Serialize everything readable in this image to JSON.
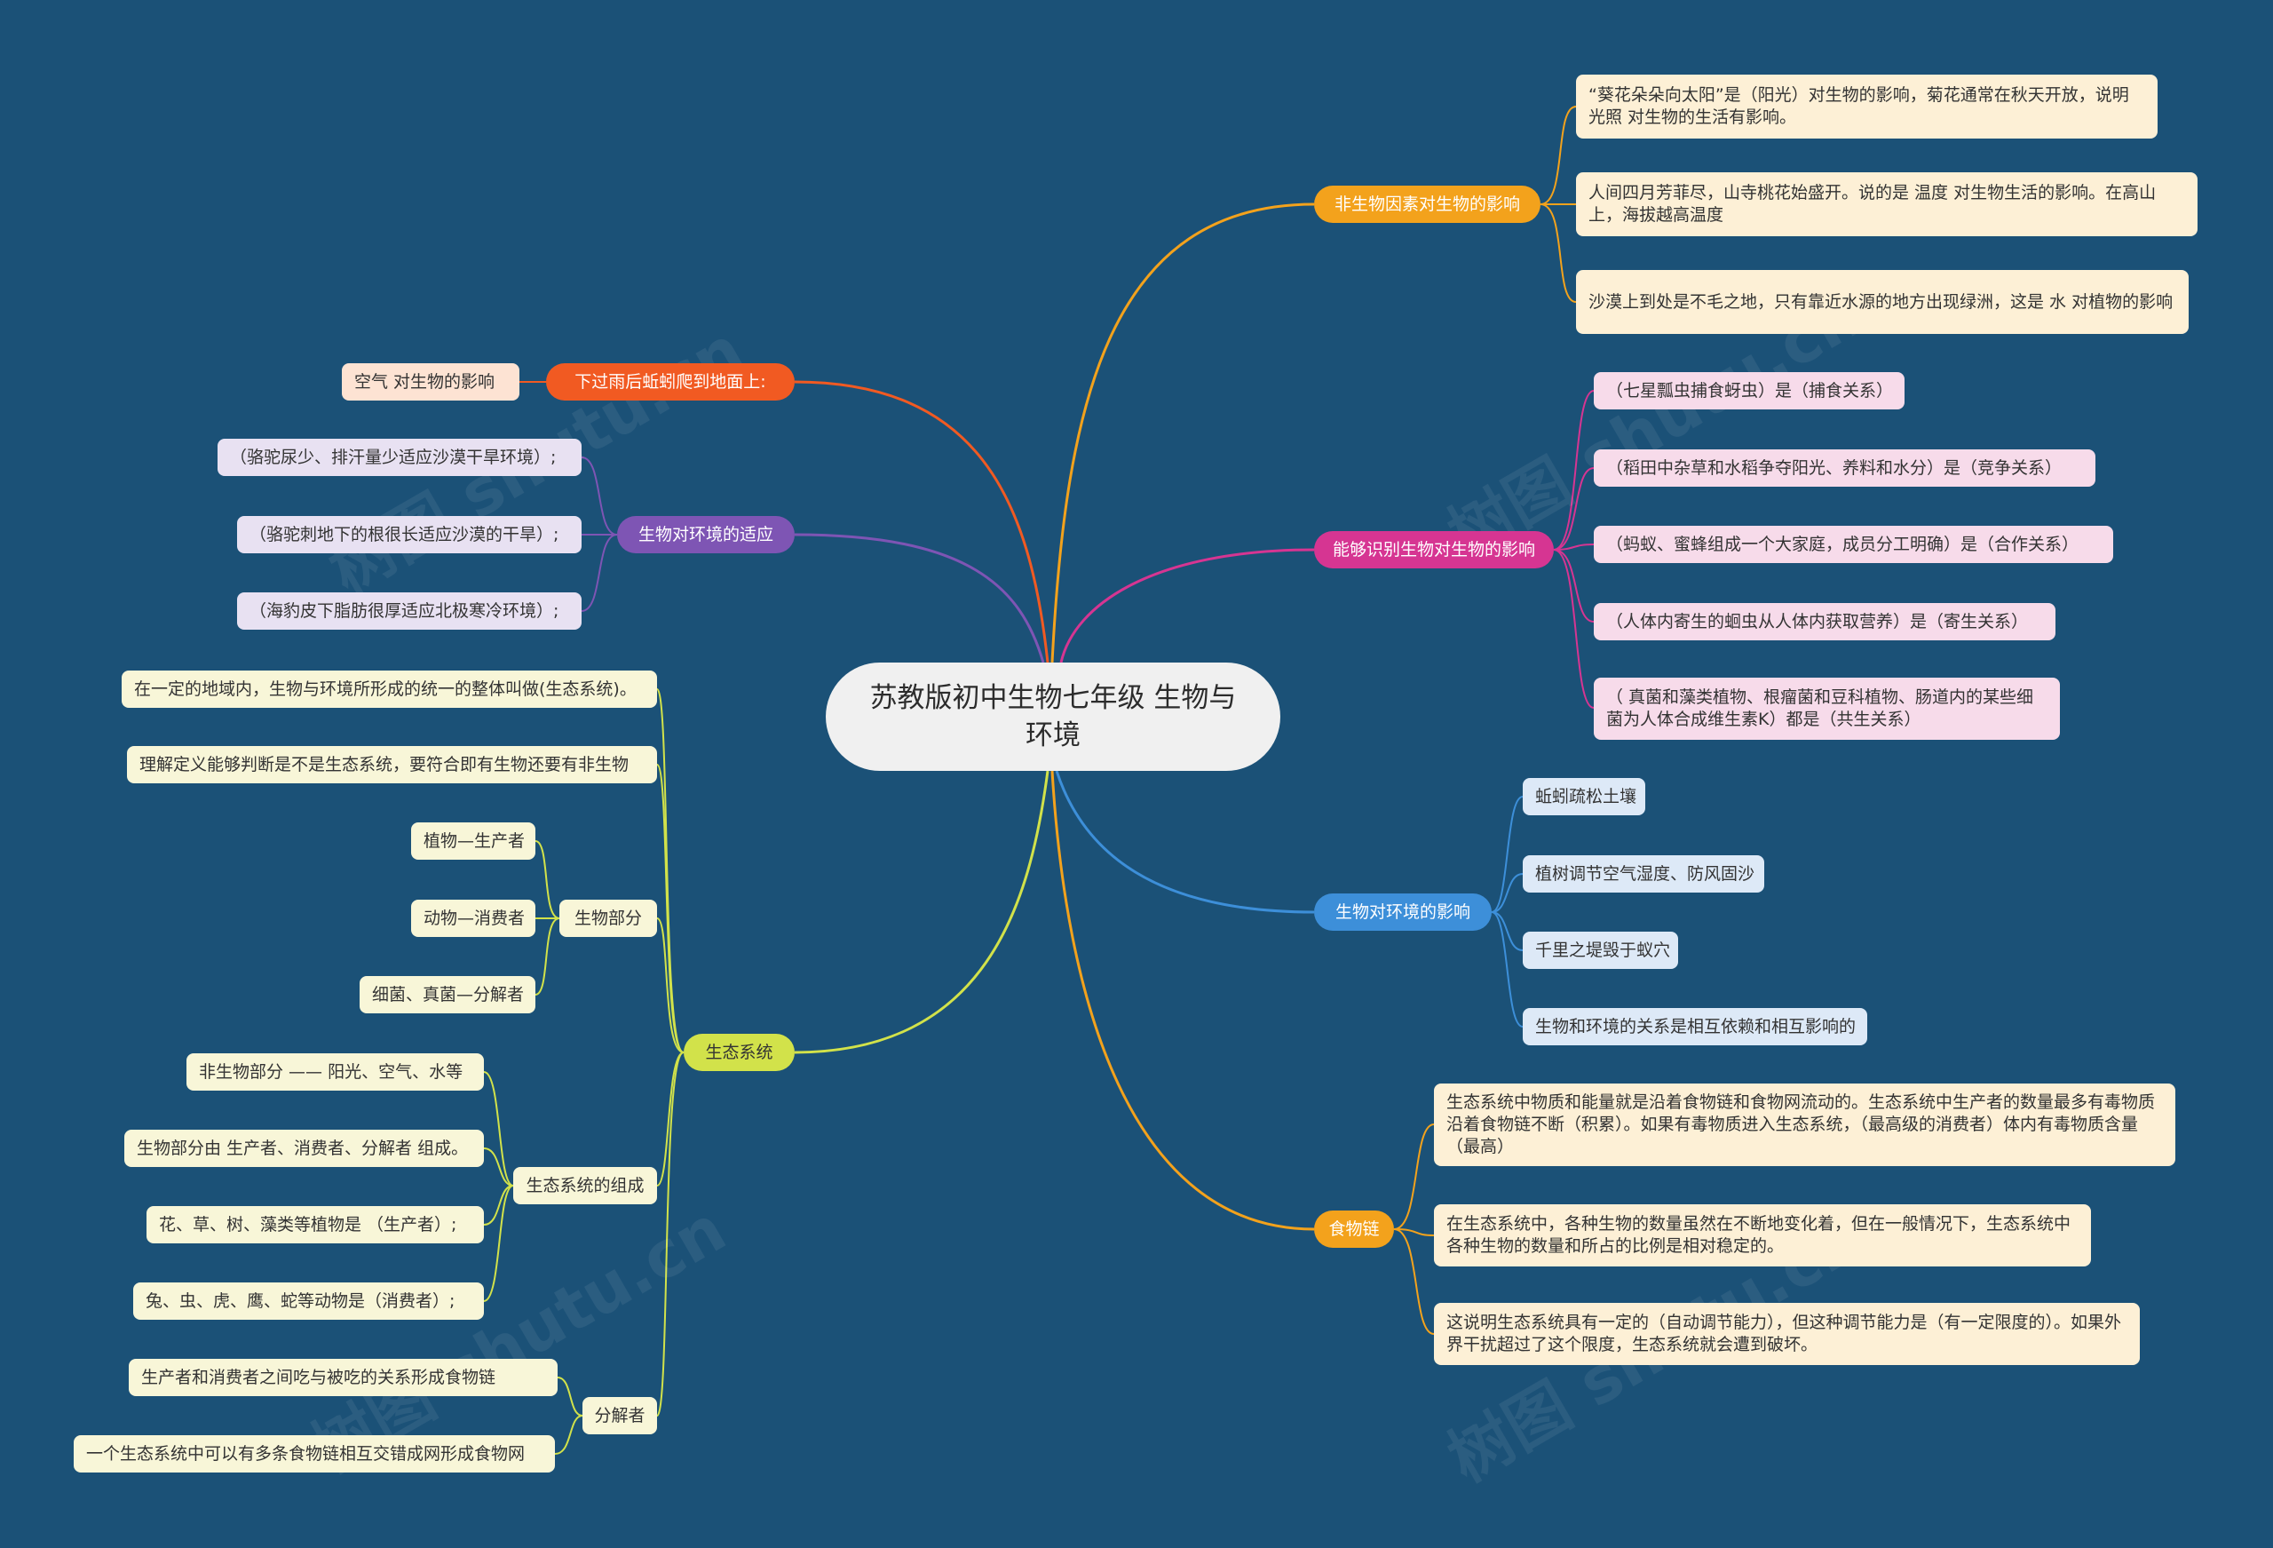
{
  "root": {
    "title": "苏教版初中生物七年级 生物与环境"
  },
  "branches": {
    "abiotic": {
      "label": "非生物因素对生物的影响",
      "items": [
        "“葵花朵朵向太阳”是（阳光）对生物的影响，菊花通常在秋天开放，说明  光照  对生物的生活有影响。",
        "人间四月芳菲尽，山寺桃花始盛开。说的是 温度  对生物生活的影响。在高山上，海拔越高温度",
        "沙漠上到处是不毛之地，只有靠近水源的地方出现绿洲，这是 水  对植物的影响"
      ]
    },
    "earthworm": {
      "label": "下过雨后蚯蚓爬到地面上:",
      "items": [
        "空气   对生物的影响"
      ]
    },
    "adapt": {
      "label": "生物对环境的适应",
      "items": [
        "（骆驼尿少、排汗量少适应沙漠干旱环境）;",
        "（骆驼刺地下的根很长适应沙漠的干旱）;",
        "（海豹皮下脂肪很厚适应北极寒冷环境）;"
      ]
    },
    "relations": {
      "label": "能够识别生物对生物的影响",
      "items": [
        "（七星瓢虫捕食蚜虫）是（捕食关系）",
        "（稻田中杂草和水稻争夺阳光、养料和水分）是（竞争关系）",
        "（蚂蚁、蜜蜂组成一个大家庭，成员分工明确）是（合作关系）",
        "（人体内寄生的蛔虫从人体内获取营养）是（寄生关系）",
        "（ 真菌和藻类植物、根瘤菌和豆科植物、肠道内的某些细菌为人体合成维生素K）都是（共生关系）"
      ]
    },
    "influence": {
      "label": "生物对环境的影响",
      "items": [
        "蚯蚓疏松土壤",
        "植树调节空气湿度、防风固沙",
        "千里之堤毁于蚁穴",
        "生物和环境的关系是相互依赖和相互影响的"
      ]
    },
    "ecosystem": {
      "label": "生态系统",
      "items": [
        "在一定的地域内，生物与环境所形成的统一的整体叫做(生态系统)。",
        "理解定义能够判断是不是生态系统，要符合即有生物还要有非生物"
      ],
      "bio": {
        "label": "生物部分",
        "items": [
          "植物—生产者",
          "动物—消费者",
          "细菌、真菌—分解者"
        ]
      },
      "composition": {
        "label": "生态系统的组成",
        "items": [
          "非生物部分  —— 阳光、空气、水等",
          "生物部分由 生产者、消费者、分解者 组成。",
          "花、草、树、藻类等植物是 （生产者）;",
          "兔、虫、虎、鹰、蛇等动物是（消费者）;"
        ]
      },
      "decomposer": {
        "label": "分解者",
        "items": [
          "生产者和消费者之间吃与被吃的关系形成食物链",
          "一个生态系统中可以有多条食物链相互交错成网形成食物网"
        ]
      }
    },
    "foodchain": {
      "label": "食物链",
      "items": [
        "生态系统中物质和能量就是沿着食物链和食物网流动的。生态系统中生产者的数量最多有毒物质沿着食物链不断（积累）。如果有毒物质进入生态系统，（最高级的消费者）体内有毒物质含量（最高）",
        "在生态系统中，各种生物的数量虽然在不断地变化着，但在一般情况下，生态系统中各种生物的数量和所占的比例是相对稳定的。",
        "这说明生态系统具有一定的（自动调节能力），但这种调节能力是（有一定限度的）。如果外界干扰超过了这个限度，生态系统就会遭到破坏。"
      ]
    }
  },
  "watermark": "树图 shutu.cn",
  "colors": {
    "background": "#1b5177",
    "orange": "#f3a21c",
    "red": "#f15a22",
    "purple": "#7e55b4",
    "magenta": "#d63592",
    "blue": "#3d8fd9",
    "lime": "#d2e24a"
  }
}
